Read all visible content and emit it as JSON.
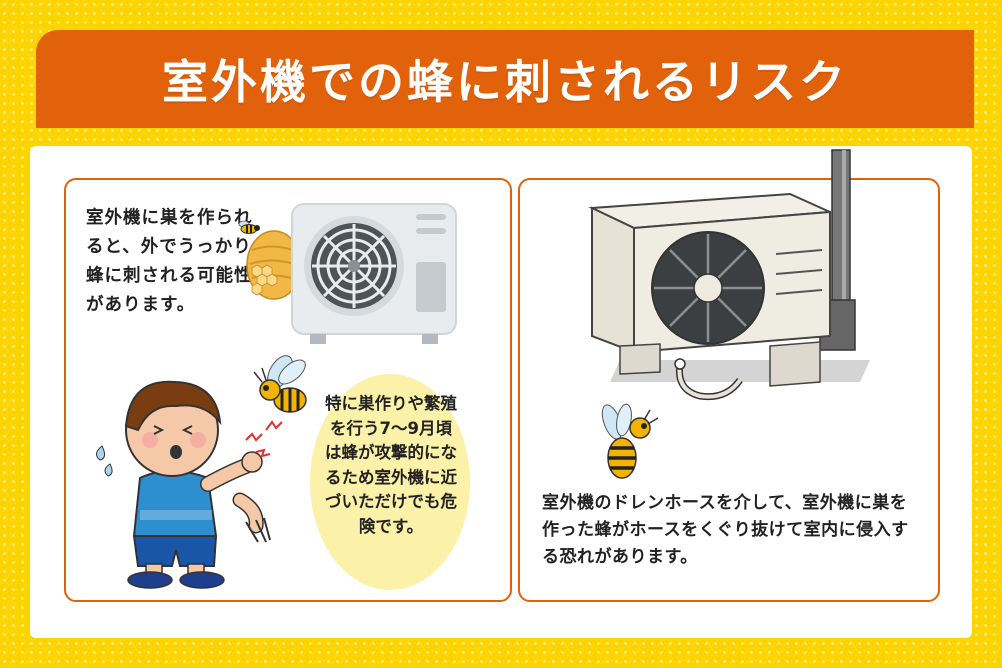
{
  "banner": {
    "title": "室外機での蜂に刺されるリスク"
  },
  "left_card": {
    "intro_text": "室外機に巣を作られると、外でうっかり蜂に刺される可能性があります。",
    "bubble_text": "特に巣作りや繁殖を行う7～9月頃は蜂が攻撃的になるため室外機に近づいただけでも危険です。"
  },
  "right_card": {
    "body_text": "室外機のドレンホースを介して、室外機に巣を作った蜂がホースをくぐり抜けて室内に侵入する恐れがあります。"
  },
  "colors": {
    "background_yellow": "#fcd500",
    "accent_orange": "#e2620b",
    "bubble_yellow": "#fbf1a8"
  }
}
